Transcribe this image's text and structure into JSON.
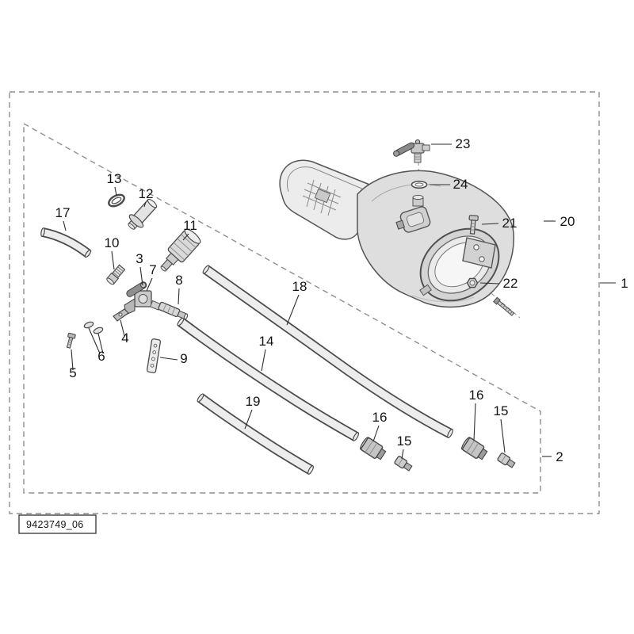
{
  "diagram": {
    "part_code": "9423749_06",
    "callouts": [
      "17",
      "13",
      "12",
      "11",
      "10",
      "3",
      "7",
      "8",
      "4",
      "6",
      "5",
      "9",
      "14",
      "18",
      "19",
      "16",
      "15",
      "16",
      "15",
      "23",
      "24",
      "21",
      "22",
      "20",
      "1",
      "2"
    ]
  }
}
